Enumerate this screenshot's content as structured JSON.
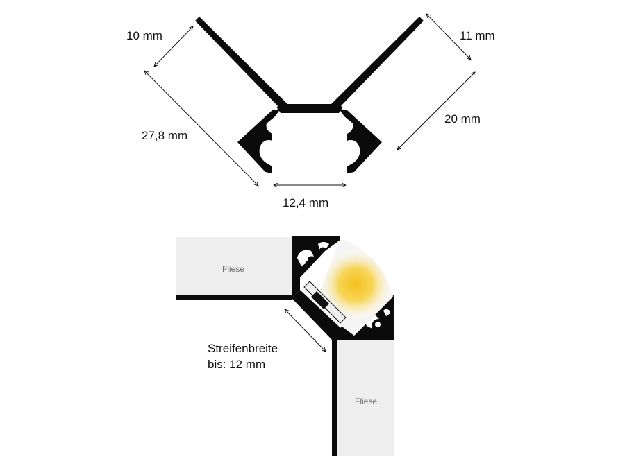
{
  "colors": {
    "profile": "#0b0b0b",
    "tile_fill": "#eeeeee",
    "tile_border": "#111111",
    "diffuser": "#f5f5f5",
    "led_glow": "#f4c01b",
    "background": "#ffffff"
  },
  "top_diagram": {
    "dimensions": {
      "upper_left": "10 mm",
      "upper_right": "11 mm",
      "left": "27,8 mm",
      "right": "20 mm",
      "bottom": "12,4 mm"
    }
  },
  "bottom_diagram": {
    "tile_top": "Fliese",
    "tile_bottom": "Fliese",
    "strip_note_line1": "Streifenbreite",
    "strip_note_line2": "bis: 12 mm"
  }
}
